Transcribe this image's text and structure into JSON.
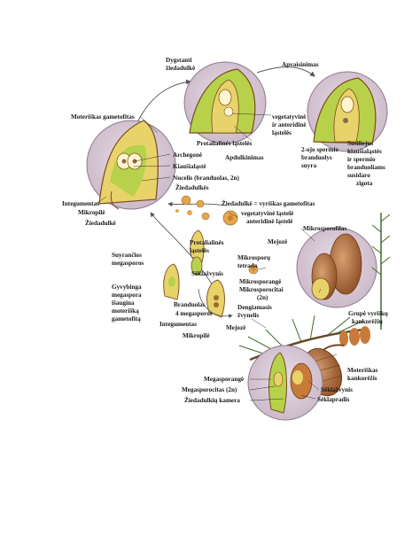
{
  "labels": {
    "dygstanti": "Dygstanti",
    "ziedadulke_top": "žiedadulkė",
    "apvaisinimas": "Apvaisinimas",
    "moteriskas_gametofitas": "Moteriškas gametofitas",
    "vegetatyvine": "vegetatyvinė",
    "ir_anteridine": "ir anteridinė",
    "lasteles": "ląstelės",
    "protalialines_lasteles": "Protalialinės ląstelės",
    "archegone": "Archegonė",
    "kiausialaste": "Kiaušialąstė",
    "nucelis": "Nucelis (branduolas, 2n)",
    "ziedadulkes": "Žiedadulkės",
    "apdulkinimas": "Apdulkinimas",
    "ojo_spermio_1": "2-ojo spermio",
    "ojo_spermio_2": "branduolys",
    "ojo_spermio_3": "suyra",
    "susilieja_1": "Susiliejus",
    "susilieja_2": "kiaušialąstės",
    "susilieja_3": "ir spermio",
    "susilieja_4": "branduoliams",
    "susilieja_5": "susidaro",
    "susilieja_6": "zigota",
    "integumentas_top": "Integumentas",
    "mikropile_top": "Mikropilė",
    "ziedadulke_left": "Žiedadulkė",
    "ziedadulke_vyriskas": "Žiedadulkė = vyriškas gametofitas",
    "vegetatyvine_lastele": "vegetatyvinė ląstelė",
    "anteridine_lastele": "anteridinė ląstelė",
    "mikrosporofilas": "Mikrosporofilas",
    "suyrancios_1": "Suyrančios",
    "suyrancios_2": "megasporos",
    "protalialines_2_1": "Protalialinės",
    "protalialines_2_2": "ląstelės",
    "mejoze_1": "Mejozė",
    "mikrosporu_1": "Mikrosporų",
    "mikrosporu_2": "tetrada",
    "gyvybinga_1": "Gyvybinga",
    "gyvybinga_2": "megaspora",
    "gyvybinga_3": "išaugina",
    "gyvybinga_4": "moterišką",
    "gyvybinga_5": "gametofitą",
    "seklazvynis_1": "Sėklažvynis",
    "mikrosporange": "Mikrosporangė",
    "mikrosporocitai_1": "Mikrosporocitai",
    "mikrosporocitai_2": "(2n)",
    "branduolas": "Branduolas",
    "megasporos4": "4 megasporos",
    "dengiamasis_1": "Dengiamasis",
    "dengiamasis_2": "žvynelis",
    "integumentas_mid": "Integumentas",
    "mejoze_2": "Mejozė",
    "mikropile_mid": "Mikropilė",
    "grupe_1": "Grupė vyriškų",
    "grupe_2": "kankorėžių",
    "megasporange": "Megasporangė",
    "megasporocitas": "Megasporocitas (2n)",
    "ziedadulkiu_kamera": "Žiedadulkių kamera",
    "moteriskas_kank_1": "Moteriškas",
    "moteriskas_kank_2": "kankorėžis",
    "seklazvynis_2": "Sėklažvynis",
    "seklapradis": "Sėklapradis"
  },
  "colors": {
    "circle_fill": "#d8c9d6",
    "circle_edge": "#8c7a8f",
    "tissue_green": "#b7d24a",
    "tissue_yellow": "#e8d36a",
    "tissue_brown": "#7a4a1e",
    "arrow": "#555555",
    "pollen": "#e6a64a",
    "cone": "#9c5a2e",
    "needle": "#3f6b2a"
  }
}
